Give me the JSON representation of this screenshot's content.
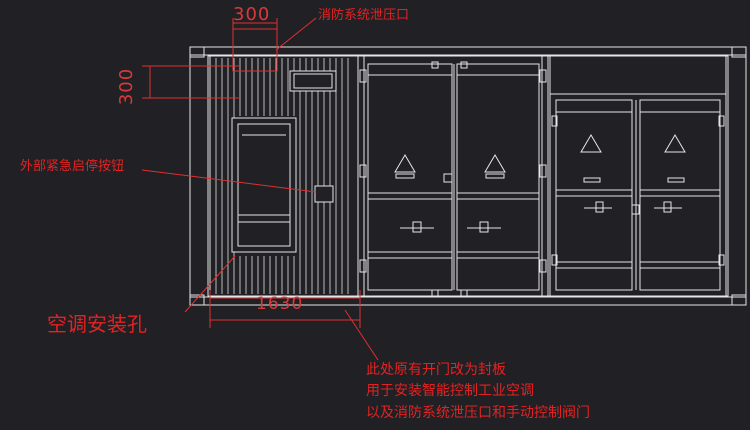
{
  "dimensions": {
    "top_width": "300",
    "side_height": "300",
    "bottom_width": "1630"
  },
  "annotations": {
    "pressure_relief": "消防系统泄压口",
    "emergency_button": "外部紧急启停按钮",
    "ac_hole": "空调安装孔",
    "note_line1": "此处原有开门改为封板",
    "note_line2": "用于安装智能控制工业空调",
    "note_line3": "以及消防系统泄压口和手动控制阀门"
  },
  "colors": {
    "background": "#202025",
    "drawing_lines": "#e8e8e8",
    "annotation_red": "#e52222"
  }
}
